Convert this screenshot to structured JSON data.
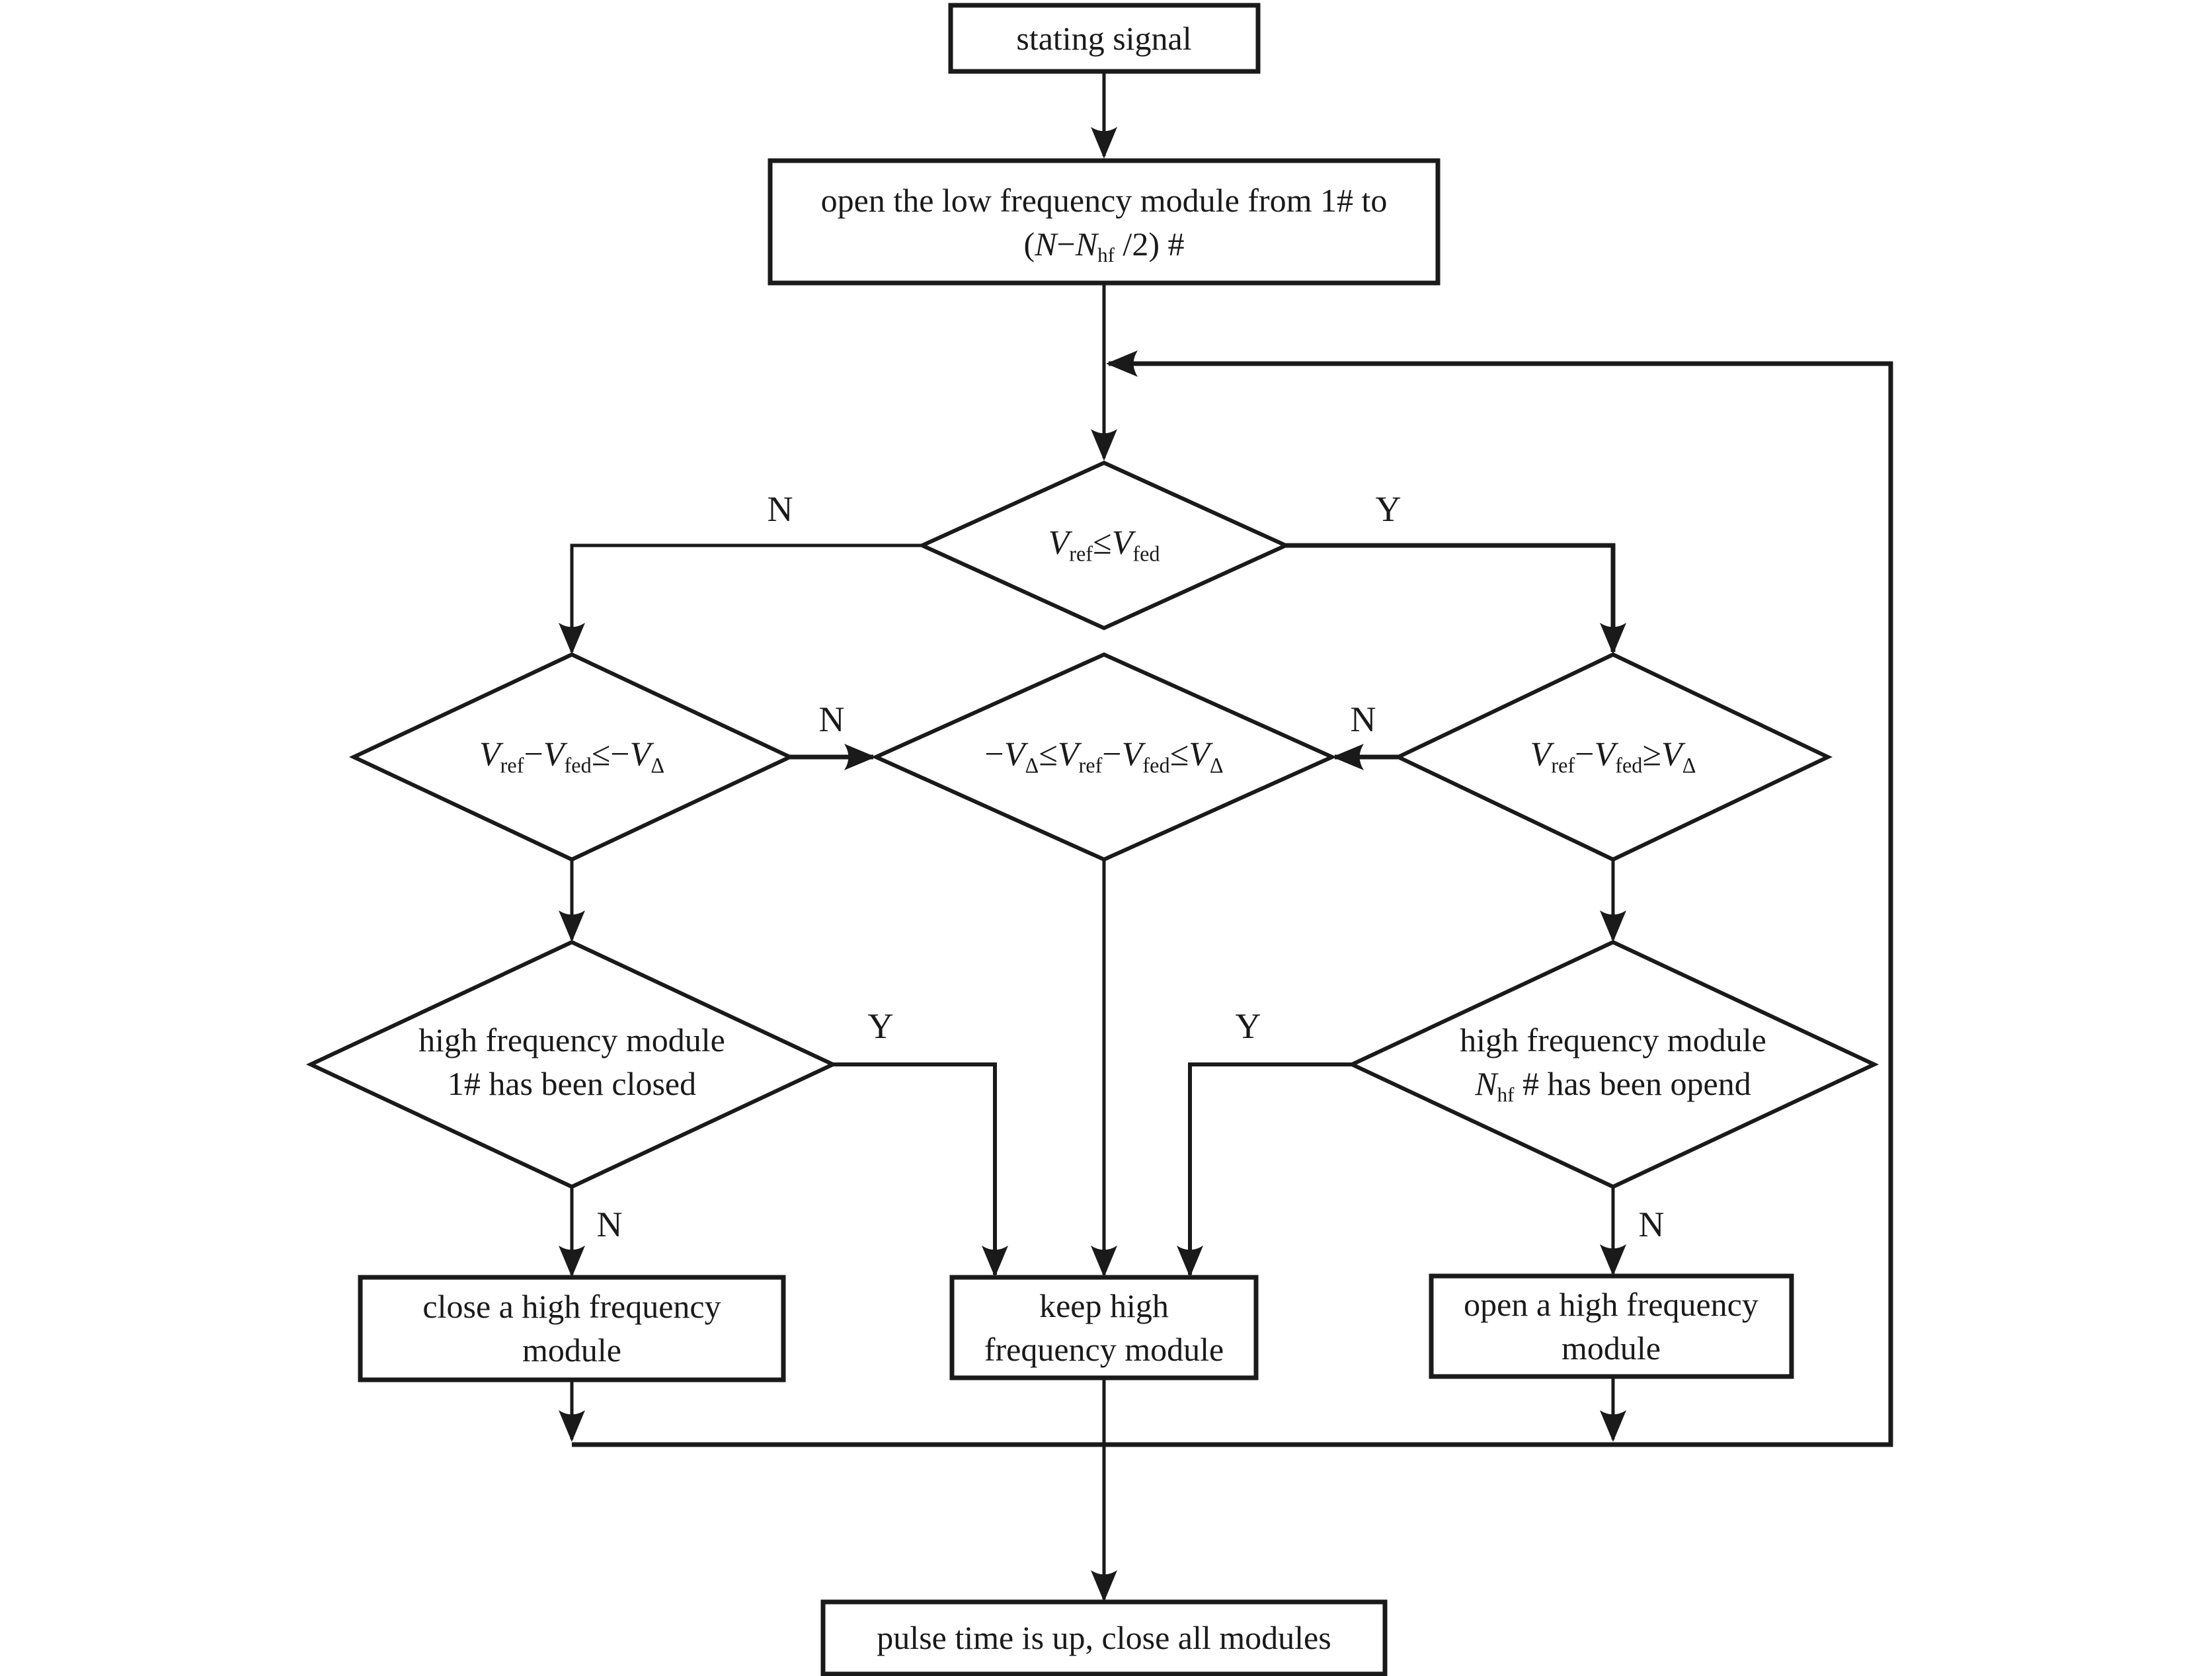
{
  "figure": {
    "type": "flowchart",
    "background": "#ffffff",
    "ink": "#1a1a1a",
    "nodes": {
      "start": {
        "shape": "rect",
        "label": "stating signal"
      },
      "open_low_frequency": {
        "shape": "rect",
        "line1": "open the low frequency module from 1# to",
        "line2": "(*N*−*N*_hf_ /2) #"
      },
      "vref_le_vfed": {
        "shape": "diamond",
        "formula": "*V*_ref_≤*V*_fed_"
      },
      "diff_le_minus_delta": {
        "shape": "diamond",
        "formula": "*V*_ref_−*V*_fed_≤−*V*_Δ_"
      },
      "diff_within_delta": {
        "shape": "diamond",
        "formula": "−*V*_Δ_≤*V*_ref_−*V*_fed_≤*V*_Δ_"
      },
      "diff_ge_delta": {
        "shape": "diamond",
        "formula": "*V*_ref_−*V*_fed_≥*V*_Δ_"
      },
      "module1_closed": {
        "shape": "diamond",
        "line1": "high frequency module",
        "line2": "1# has been closed"
      },
      "moduleN_opened": {
        "shape": "diamond",
        "line1": "high frequency module",
        "line2": "*N*_hf_ # has been opend"
      },
      "close_module": {
        "shape": "rect",
        "line1": "close a high frequency",
        "line2": "module"
      },
      "keep_module": {
        "shape": "rect",
        "line1": "keep high",
        "line2": "frequency module"
      },
      "open_module": {
        "shape": "rect",
        "line1": "open a high frequency",
        "line2": "module"
      },
      "pulse_end": {
        "shape": "rect",
        "label": "pulse time is up, close all modules"
      }
    },
    "edge_labels": {
      "vref_no": "N",
      "vref_yes": "Y",
      "left_no": "N",
      "right_no": "N",
      "closed_yes": "Y",
      "closed_no": "N",
      "opened_yes": "Y",
      "opened_no": "N"
    }
  }
}
